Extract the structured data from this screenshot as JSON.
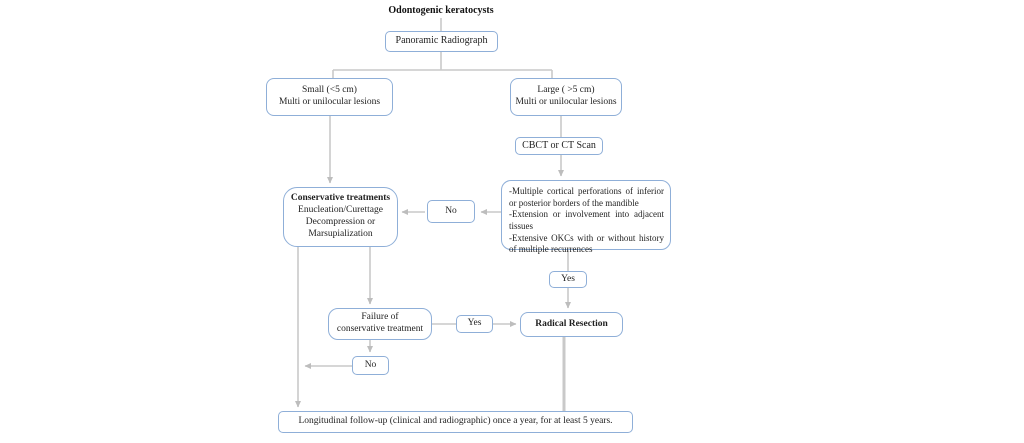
{
  "palette": {
    "node_border": "#8fafd8",
    "connector": "#c9c9c9",
    "arrowhead": "#bdbdbd",
    "text": "#1f1f1f",
    "background": "#ffffff"
  },
  "flowchart": {
    "title": "Odontogenic keratocysts",
    "nodes": {
      "panoramic_radiograph": {
        "label": "Panoramic Radiograph"
      },
      "small_lesion": {
        "line1": "Small (<5 cm)",
        "line2": "Multi or unilocular lesions"
      },
      "large_lesion": {
        "line1": "Large ( >5 cm)",
        "line2": "Multi or unilocular lesions"
      },
      "cbct_scan": {
        "label": "CBCT or CT Scan"
      },
      "ct_findings": {
        "item1": "-Multiple cortical perforations of inferior or posterior borders of the mandible",
        "item2": "-Extension or involvement into adjacent tissues",
        "item3": "-Extensive OKCs with or without history of multiple recurrences"
      },
      "conservative_treatments": {
        "title": "Conservative treatments",
        "line2": "Enucleation/Curettage",
        "line3": "Decompression or",
        "line4": "Marsupialization"
      },
      "no_findings": {
        "label": "No"
      },
      "yes_findings": {
        "label": "Yes"
      },
      "radical_resection": {
        "label": "Radical Resection"
      },
      "failure_conservative": {
        "line1": "Failure of",
        "line2": "conservative treatment"
      },
      "yes_failure": {
        "label": "Yes"
      },
      "no_failure": {
        "label": "No"
      },
      "followup": {
        "label": "Longitudinal follow-up (clinical and radiographic) once a year, for at least 5 years."
      }
    }
  }
}
